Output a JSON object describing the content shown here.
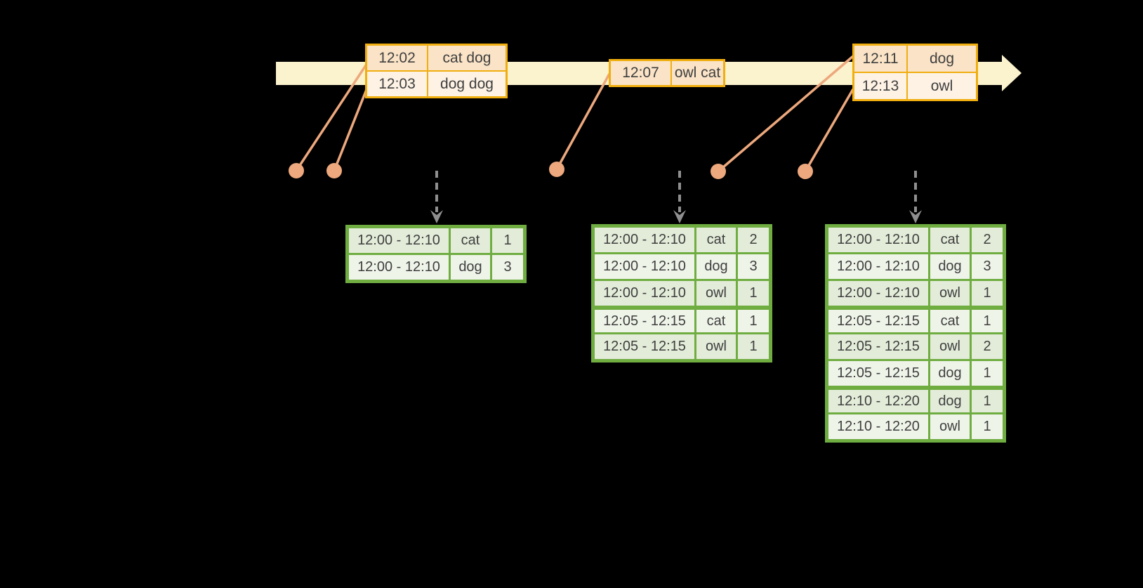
{
  "colors": {
    "background": "#000000",
    "timeline-yellow": "#FBF2CE",
    "event-border-gold": "#F0AE0F",
    "event-fill-dark": "#FAE3C6",
    "event-fill-light": "#FDF2E4",
    "connector-salmon": "#EDA87D",
    "result-border-green": "#6FAD41",
    "result-fill-dark": "#E3ECD9",
    "result-fill-light": "#EFF4E9",
    "trigger-gray": "#8F8F8F",
    "text-dark": "#3F3F3F"
  },
  "timeline": {
    "event_batches": [
      {
        "rows": [
          {
            "time": "12:02",
            "words": "cat dog"
          },
          {
            "time": "12:03",
            "words": "dog dog"
          }
        ]
      },
      {
        "rows": [
          {
            "time": "12:07",
            "words": "owl cat"
          }
        ]
      },
      {
        "rows": [
          {
            "time": "12:11",
            "words": "dog"
          },
          {
            "time": "12:13",
            "words": "owl"
          }
        ]
      }
    ]
  },
  "result_tables": [
    {
      "rows": [
        {
          "window": "12:00 - 12:10",
          "word": "cat",
          "count": "1"
        },
        {
          "window": "12:00 - 12:10",
          "word": "dog",
          "count": "3"
        }
      ]
    },
    {
      "rows": [
        {
          "window": "12:00 - 12:10",
          "word": "cat",
          "count": "2"
        },
        {
          "window": "12:00 - 12:10",
          "word": "dog",
          "count": "3"
        },
        {
          "window": "12:00 - 12:10",
          "word": "owl",
          "count": "1"
        },
        {
          "window": "12:05 - 12:15",
          "word": "cat",
          "count": "1"
        },
        {
          "window": "12:05 - 12:15",
          "word": "owl",
          "count": "1"
        }
      ]
    },
    {
      "rows": [
        {
          "window": "12:00 - 12:10",
          "word": "cat",
          "count": "2"
        },
        {
          "window": "12:00 - 12:10",
          "word": "dog",
          "count": "3"
        },
        {
          "window": "12:00 - 12:10",
          "word": "owl",
          "count": "1"
        },
        {
          "window": "12:05 - 12:15",
          "word": "cat",
          "count": "1"
        },
        {
          "window": "12:05 - 12:15",
          "word": "owl",
          "count": "2"
        },
        {
          "window": "12:05 - 12:15",
          "word": "dog",
          "count": "1"
        },
        {
          "window": "12:10 - 12:20",
          "word": "dog",
          "count": "1"
        },
        {
          "window": "12:10 - 12:20",
          "word": "owl",
          "count": "1"
        }
      ]
    }
  ]
}
